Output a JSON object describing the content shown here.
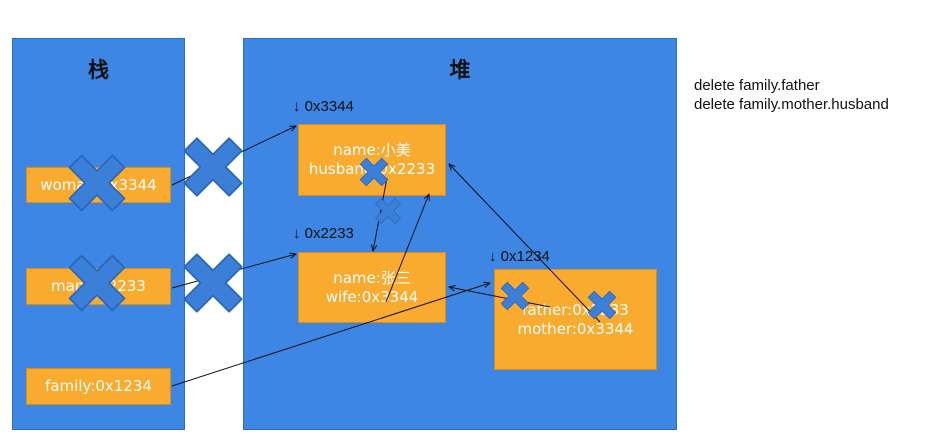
{
  "stack": {
    "title": "栈",
    "vars": [
      "woman:0x3344",
      "man:0x2233",
      "family:0x1234"
    ]
  },
  "heap": {
    "title": "堆",
    "addresses": [
      "0x3344",
      "0x2233",
      "0x1234"
    ],
    "objects": [
      {
        "lines": [
          "name:小美",
          "husband:0x2233"
        ]
      },
      {
        "lines": [
          "name:张三",
          "wife:0x3344"
        ]
      },
      {
        "lines": [
          "father:0x2233",
          "mother:0x3344"
        ]
      }
    ]
  },
  "notes": [
    "delete family.father",
    "delete family.mother.husband"
  ],
  "colors": {
    "panel": "#3e86e4",
    "box": "#f9ab2f",
    "cross": "#3b7fd9"
  }
}
